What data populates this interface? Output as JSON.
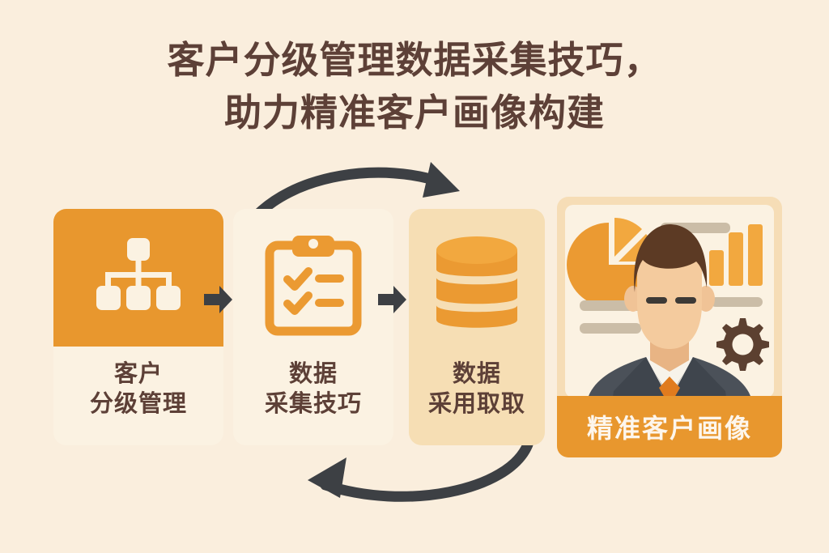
{
  "theme": {
    "background": "#faeedd",
    "accent_orange": "#e8972e",
    "accent_orange_light": "#f0a73f",
    "card_cream": "#fbf2e2",
    "card_tan": "#f6deb4",
    "text_brown": "#5d4037",
    "arrow_dark": "#3d4044",
    "gray_line": "#c9bda9",
    "suit_gray": "#4b5159",
    "hair_brown": "#5c3a24",
    "skin": "#f0c396",
    "tie_orange": "#e07b1e",
    "white": "#fdf6ec"
  },
  "title": {
    "line1": "客户分级管理数据采集技巧，",
    "line2": "助力精准客户画像构建"
  },
  "flow": {
    "cards": [
      {
        "id": "customer-tiering",
        "icon": "org-chart-icon",
        "label_line1": "客户",
        "label_line2": "分级管理"
      },
      {
        "id": "data-collection",
        "icon": "clipboard-checklist-icon",
        "label_line1": "数据",
        "label_line2": "采集技巧"
      },
      {
        "id": "data-adoption",
        "icon": "database-icon",
        "label_line1": "数据",
        "label_line2": "采用取取"
      }
    ],
    "arrows": [
      {
        "id": "arrow-card1-card2",
        "icon": "arrow-right-icon"
      },
      {
        "id": "arrow-card2-card3",
        "icon": "arrow-right-icon"
      },
      {
        "id": "arrow-loop-top",
        "icon": "curved-arrow-right-icon"
      },
      {
        "id": "arrow-loop-bottom",
        "icon": "curved-arrow-left-icon"
      }
    ]
  },
  "persona": {
    "label": "精准客户画像",
    "dashboard": {
      "pie_chart_icon": "pie-chart-icon",
      "bar_chart_icon": "bar-chart-icon",
      "gear_icon": "gear-icon",
      "avatar_icon": "businessman-avatar-icon"
    }
  }
}
